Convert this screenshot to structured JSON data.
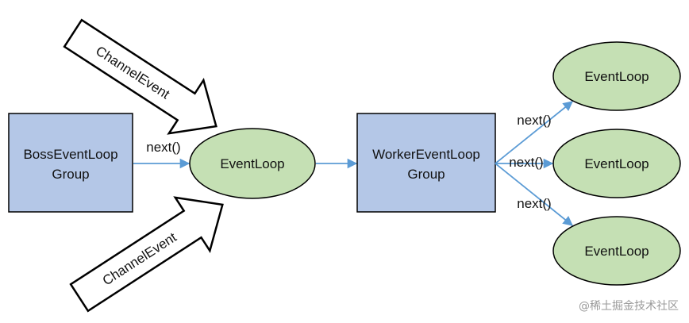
{
  "diagram": {
    "big_arrows": [
      {
        "label": "ChannelEvent"
      },
      {
        "label": "ChannelEvent"
      }
    ],
    "boss_group": {
      "line1": "BossEventLoop",
      "line2": "Group"
    },
    "boss_link_label": "next()",
    "boss_loop": {
      "label": "EventLoop"
    },
    "worker_group": {
      "line1": "WorkerEventLoop",
      "line2": "Group"
    },
    "worker_link_labels": [
      "next()",
      "next()",
      "next()"
    ],
    "worker_loops": [
      {
        "label": "EventLoop"
      },
      {
        "label": "EventLoop"
      },
      {
        "label": "EventLoop"
      }
    ],
    "colors": {
      "box_fill": "#b4c7e7",
      "ellipse_fill": "#c5e0b4",
      "arrow": "#5b9bd5",
      "stroke": "#000000"
    }
  },
  "watermark": "@稀土掘金技术社区"
}
